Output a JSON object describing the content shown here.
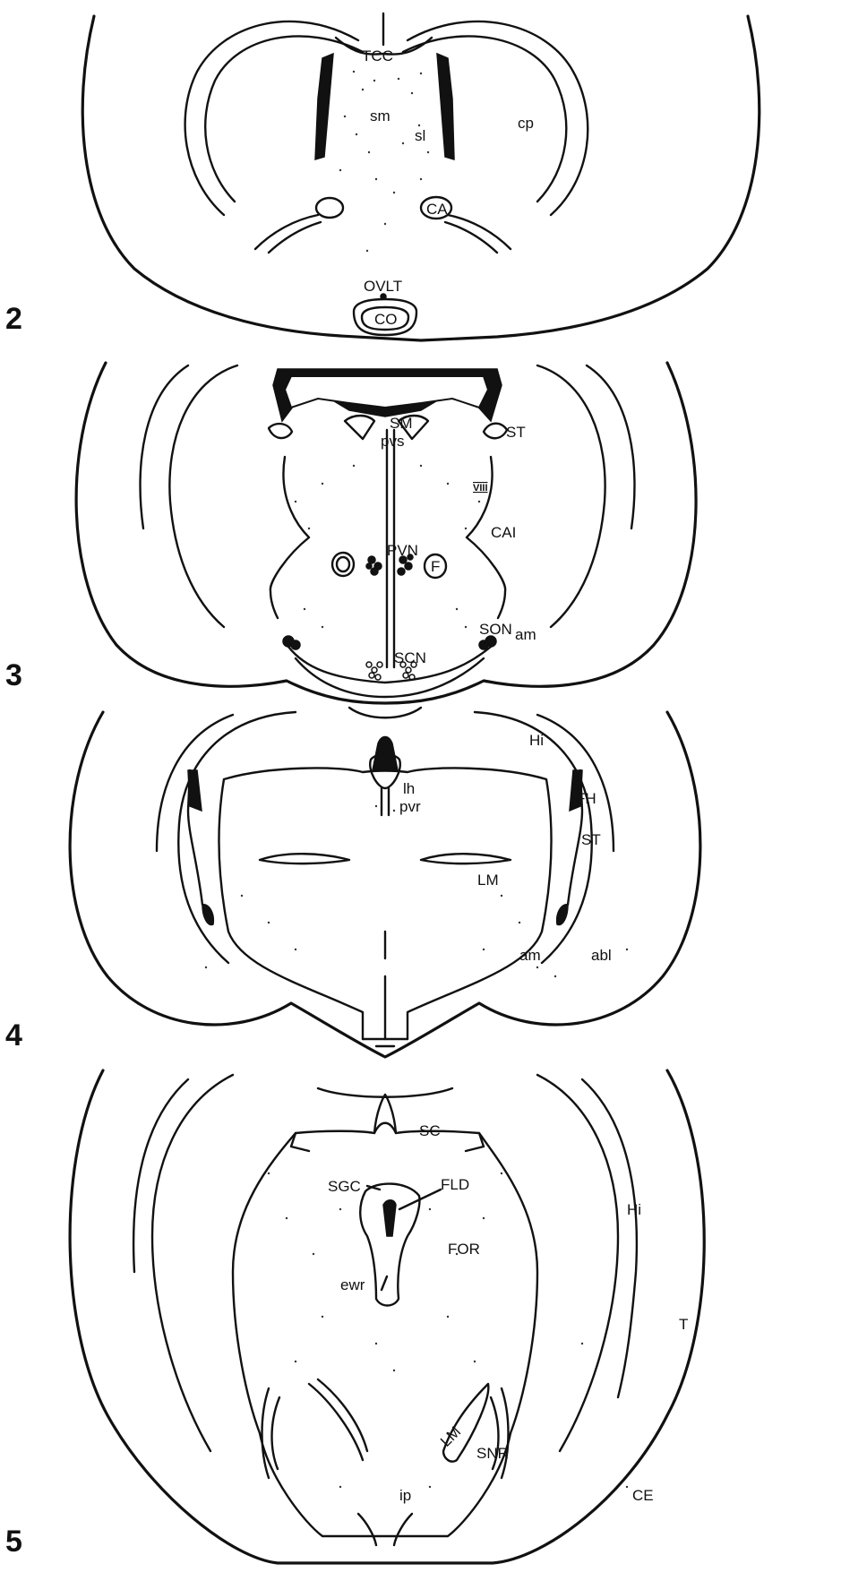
{
  "panels": [
    {
      "number": "2",
      "labels": {
        "tcc": "TCC",
        "sm": "sm",
        "sl": "sl",
        "cp": "cp",
        "ca": "CA",
        "ovlt": "OVLT",
        "co": "CO"
      }
    },
    {
      "number": "3",
      "labels": {
        "sm": "SM",
        "pvs": "pvs",
        "st": "ST",
        "viii": "VIII",
        "cai": "CAI",
        "pvn": "PVN",
        "f": "F",
        "son": "SON",
        "am": "am",
        "scn": "SCN"
      }
    },
    {
      "number": "4",
      "labels": {
        "hi": "Hi",
        "lh": "lh",
        "pvr": "pvr",
        "fh": "FH",
        "st": "ST",
        "lm": "LM",
        "am": "am",
        "abl": "abl"
      }
    },
    {
      "number": "5",
      "labels": {
        "sc": "SC",
        "sgc": "SGC",
        "fld": "FLD",
        "hi": "Hi",
        "for": "FOR",
        "ewr": "ewr",
        "t": "T",
        "lm": "LM",
        "snr": "SNR",
        "ip": "ip",
        "ce": "CE"
      }
    }
  ]
}
